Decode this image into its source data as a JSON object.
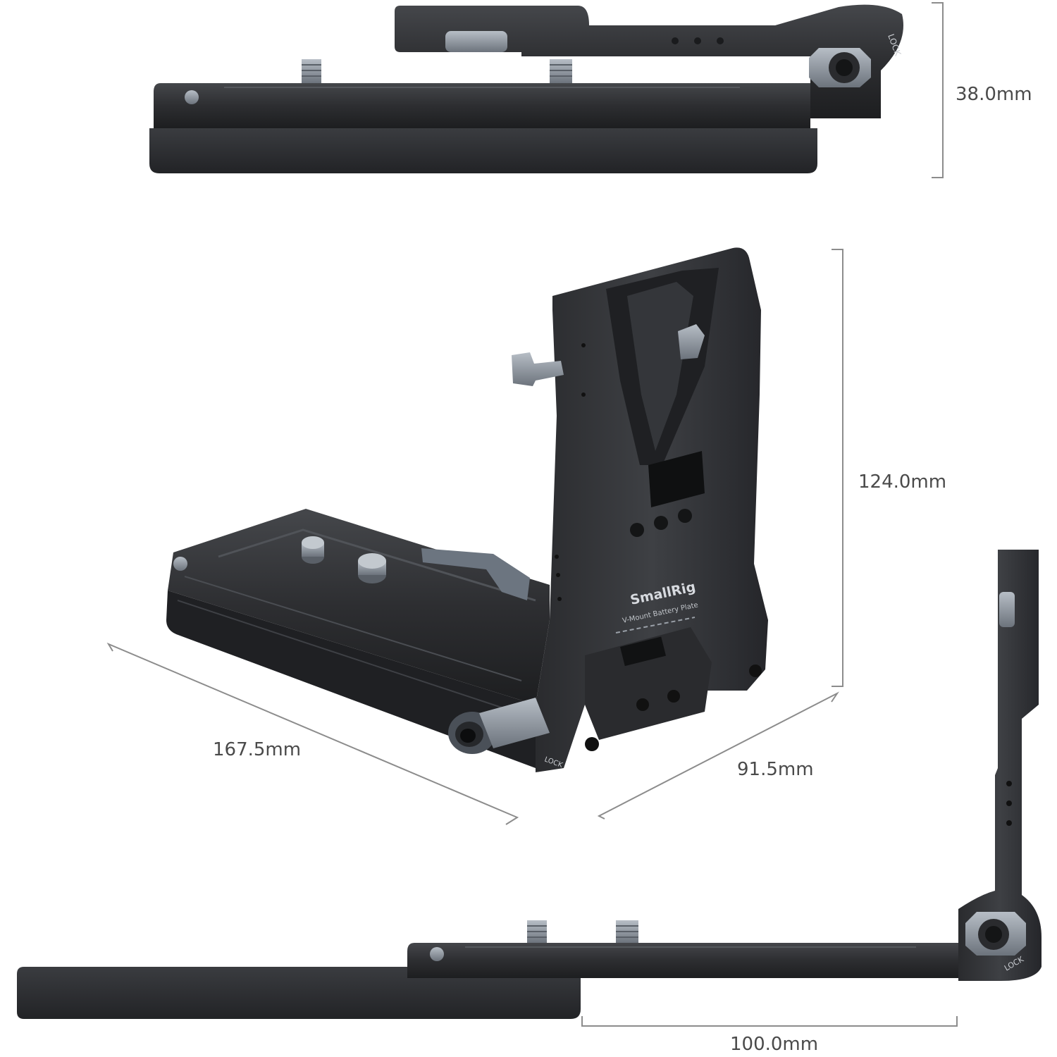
{
  "brand": {
    "logo_text": "SmallRig",
    "product_name": "V-Mount Battery Plate"
  },
  "lock_labels": {
    "top_view": "LOCK",
    "main_view": "LOCK",
    "bottom_view": "LOCK"
  },
  "dimensions": {
    "height_top_view": "38.0mm",
    "height_main": "124.0mm",
    "length_main": "167.5mm",
    "width_main": "91.5mm",
    "offset_bottom_view": "100.0mm"
  },
  "colors": {
    "body": "#2b2c2f",
    "body_light": "#3b3d41",
    "body_dark": "#1c1d1f",
    "accent_metal": "#8a929c",
    "dim_line": "#8c8c8c",
    "label_text": "#4a4a4a"
  }
}
